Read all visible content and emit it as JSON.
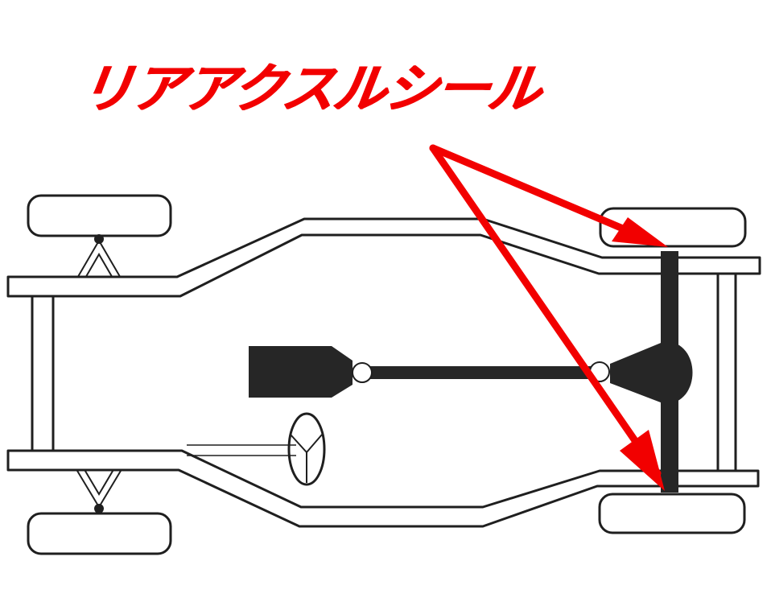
{
  "annotation": {
    "label": "リアアクスルシール"
  },
  "colors": {
    "annotation": "#f20000",
    "outline": "#1f1f1f",
    "fill": "#ffffff",
    "dark_part": "#262626"
  },
  "parts": [
    "front-wheel-top",
    "front-wheel-bottom",
    "rear-wheel-top",
    "rear-wheel-bottom",
    "chassis-frame",
    "front-suspension",
    "engine-transmission",
    "drive-shaft",
    "universal-joint",
    "differential",
    "rear-axle",
    "steering-wheel"
  ]
}
